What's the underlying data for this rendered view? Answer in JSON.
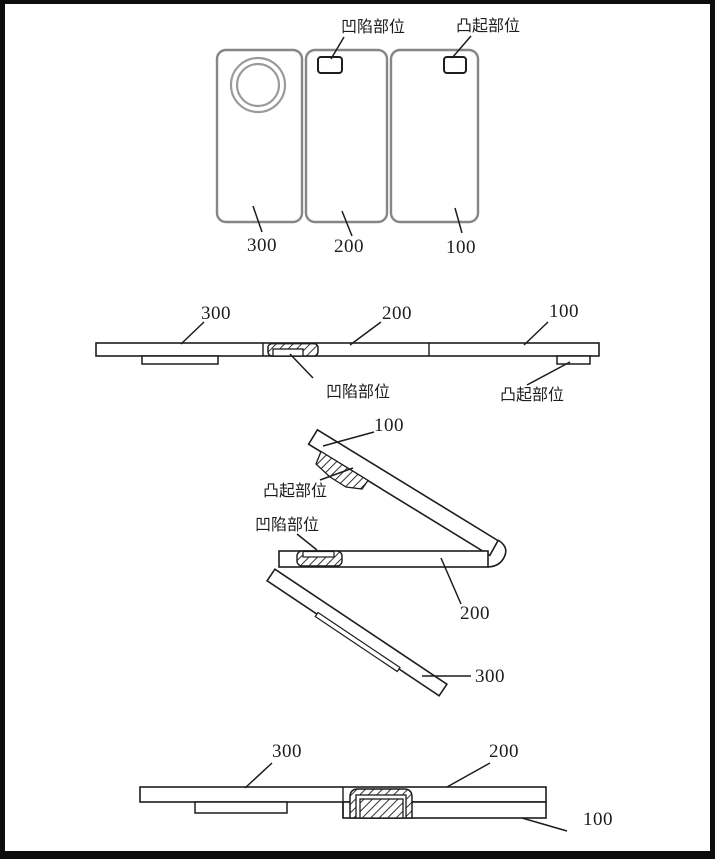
{
  "figure": {
    "type": "patent-line-drawing",
    "description_visible_text_only": true,
    "views": {
      "top_plan": {
        "recess_label": "凹陷部位",
        "protrusion_label": "凸起部位",
        "ref_left": "300",
        "ref_middle": "200",
        "ref_right": "100"
      },
      "side_flat": {
        "ref_left": "300",
        "ref_middle": "200",
        "ref_right": "100",
        "recess_label": "凹陷部位",
        "protrusion_label": "凸起部位"
      },
      "perspective_folded": {
        "ref_top": "100",
        "protrusion_label": "凸起部位",
        "recess_label": "凹陷部位",
        "ref_middle": "200",
        "ref_bottom": "300"
      },
      "side_folded": {
        "ref_left": "300",
        "ref_middle": "200",
        "ref_bottom": "100"
      }
    },
    "colors": {
      "line": "#1d1d1d",
      "panel_gray": "#868686",
      "camera_ring_gray": "#9a9a9a",
      "background": "#ffffff",
      "frame": "#0d0d0d"
    }
  }
}
